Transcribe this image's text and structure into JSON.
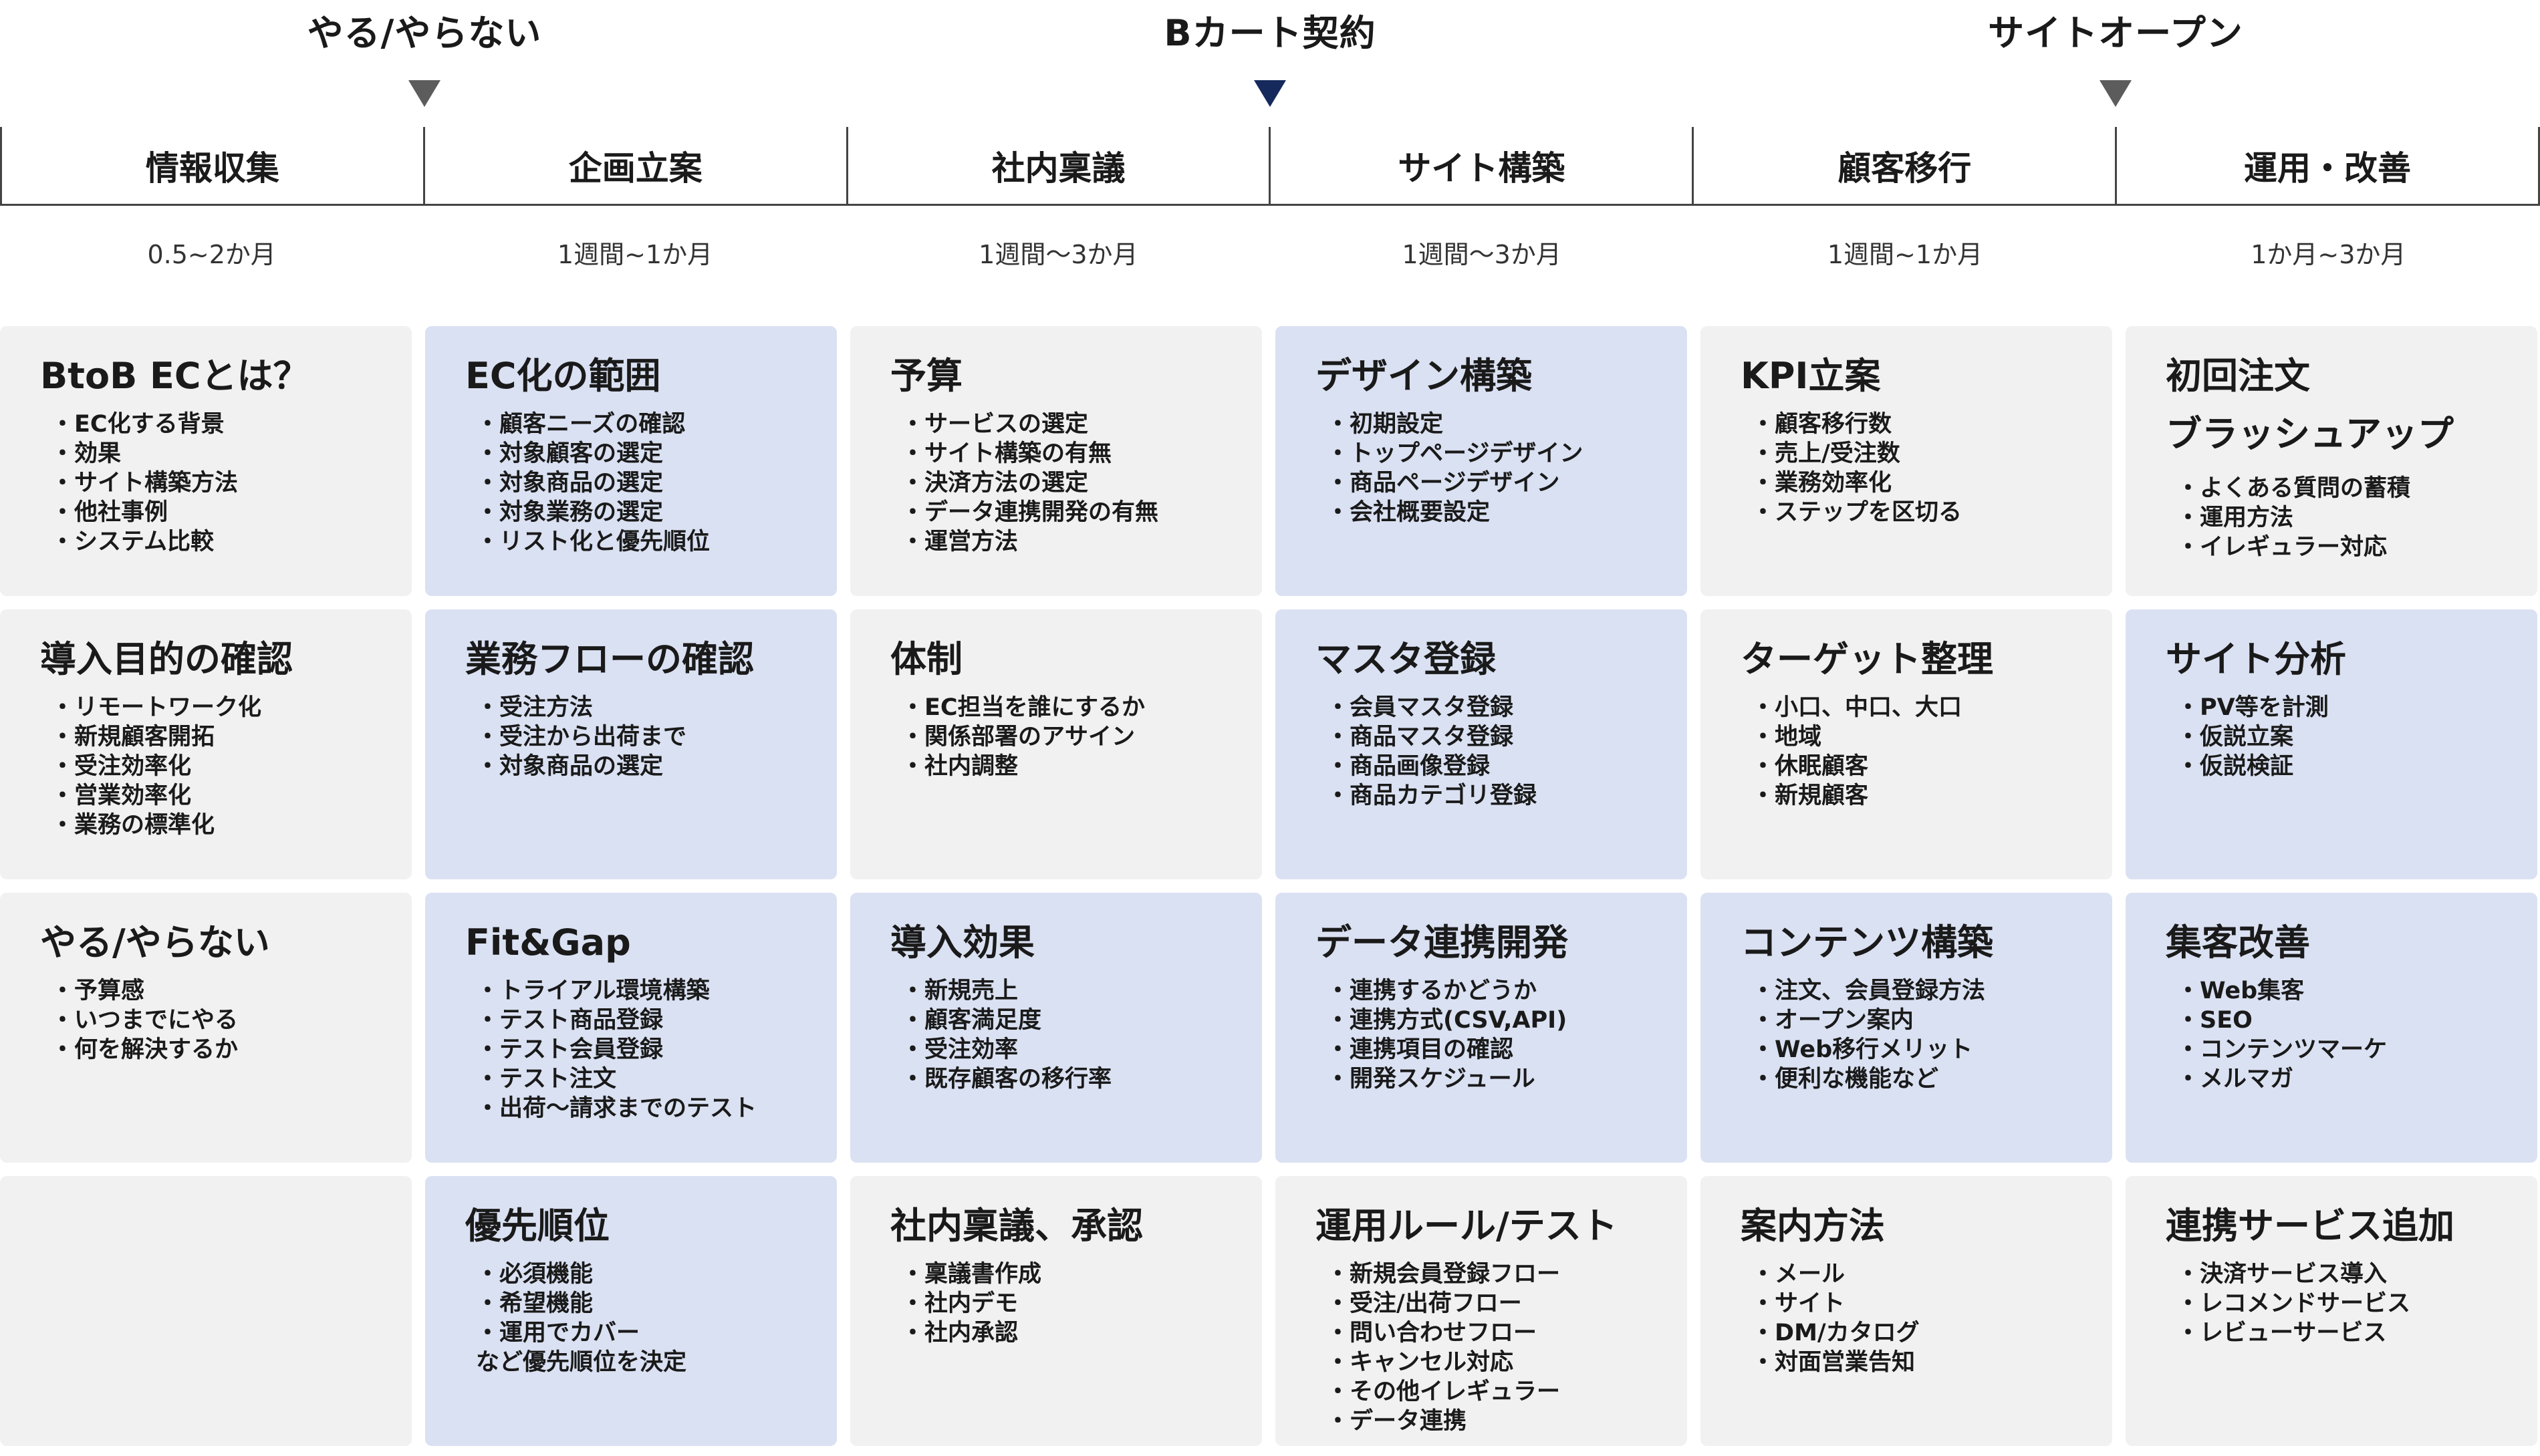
{
  "milestones": [
    {
      "label": "やる/やらない"
    },
    {
      "label": "Bカート契約"
    },
    {
      "label": "サイトオープン"
    }
  ],
  "marker_colors": {
    "default": "#5c5c5c",
    "contract": "#15295c"
  },
  "card_colors": {
    "grey": "#f1f1f1",
    "blue": "#dae1f2"
  },
  "phases": [
    {
      "name": "情報収集",
      "duration": "0.5~2か月"
    },
    {
      "name": "企画立案",
      "duration": "1週間~1か月"
    },
    {
      "name": "社内稟議",
      "duration": "1週間～3か月"
    },
    {
      "name": "サイト構築",
      "duration": "1週間～3か月"
    },
    {
      "name": "顧客移行",
      "duration": "1週間~1か月"
    },
    {
      "name": "運用・改善",
      "duration": "1か月~3か月"
    }
  ],
  "cards": [
    {
      "title": "BtoB ECとは？",
      "color": "grey",
      "items": [
        "EC化する背景",
        "効果",
        "サイト構築方法",
        "他社事例",
        "システム比較"
      ]
    },
    {
      "title": "EC化の範囲",
      "color": "blue",
      "items": [
        "顧客ニーズの確認",
        "対象顧客の選定",
        "対象商品の選定",
        "対象業務の選定",
        "リスト化と優先順位"
      ]
    },
    {
      "title": "予算",
      "color": "grey",
      "items": [
        "サービスの選定",
        "サイト構築の有無",
        "決済方法の選定",
        "データ連携開発の有無",
        "運営方法"
      ]
    },
    {
      "title": "デザイン構築",
      "color": "blue",
      "items": [
        "初期設定",
        "トップページデザイン",
        "商品ページデザイン",
        "会社概要設定"
      ]
    },
    {
      "title": "KPI立案",
      "color": "grey",
      "items": [
        "顧客移行数",
        "売上/受注数",
        "業務効率化",
        "ステップを区切る"
      ]
    },
    {
      "title": "初回注文",
      "subtitle": "ブラッシュアップ",
      "color": "grey",
      "items": [
        "よくある質問の蓄積",
        "運用方法",
        "イレギュラー対応"
      ]
    },
    {
      "title": "導入目的の確認",
      "color": "grey",
      "items": [
        "リモートワーク化",
        "新規顧客開拓",
        "受注効率化",
        "営業効率化",
        "業務の標準化"
      ]
    },
    {
      "title": "業務フローの確認",
      "color": "blue",
      "items": [
        "受注方法",
        "受注から出荷まで",
        "対象商品の選定"
      ]
    },
    {
      "title": "体制",
      "color": "grey",
      "items": [
        "EC担当を誰にするか",
        "関係部署のアサイン",
        "社内調整"
      ]
    },
    {
      "title": "マスタ登録",
      "color": "blue",
      "items": [
        "会員マスタ登録",
        "商品マスタ登録",
        "商品画像登録",
        "商品カテゴリ登録"
      ]
    },
    {
      "title": "ターゲット整理",
      "color": "grey",
      "items": [
        "小口、中口、大口",
        "地域",
        "休眠顧客",
        "新規顧客"
      ]
    },
    {
      "title": "サイト分析",
      "color": "blue",
      "items": [
        "PV等を計測",
        "仮説立案",
        "仮説検証"
      ]
    },
    {
      "title": "やる/やらない",
      "color": "grey",
      "items": [
        "予算感",
        "いつまでにやる",
        "何を解決するか"
      ]
    },
    {
      "title": "Fit&Gap",
      "color": "blue",
      "items": [
        "トライアル環境構築",
        "テスト商品登録",
        "テスト会員登録",
        "テスト注文",
        "出荷～請求までのテスト"
      ]
    },
    {
      "title": "導入効果",
      "color": "blue",
      "items": [
        "新規売上",
        "顧客満足度",
        "受注効率",
        "既存顧客の移行率"
      ]
    },
    {
      "title": "データ連携開発",
      "color": "blue",
      "items": [
        "連携するかどうか",
        "連携方式(CSV,API)",
        "連携項目の確認",
        "開発スケジュール"
      ]
    },
    {
      "title": "コンテンツ構築",
      "color": "blue",
      "items": [
        "注文、会員登録方法",
        "オープン案内",
        "Web移行メリット",
        "便利な機能など"
      ]
    },
    {
      "title": "集客改善",
      "color": "blue",
      "items": [
        "Web集客",
        "SEO",
        "コンテンツマーケ",
        "メルマガ"
      ]
    },
    {
      "title": "",
      "color": "grey",
      "items": []
    },
    {
      "title": "優先順位",
      "color": "blue",
      "items": [
        "必須機能",
        "希望機能",
        "運用でカバー"
      ],
      "note": "など優先順位を決定"
    },
    {
      "title": "社内稟議、承認",
      "color": "grey",
      "items": [
        "稟議書作成",
        "社内デモ",
        "社内承認"
      ]
    },
    {
      "title": "運用ルール/テスト",
      "color": "grey",
      "items": [
        "新規会員登録フロー",
        "受注/出荷フロー",
        "問い合わせフロー",
        "キャンセル対応",
        "その他イレギュラー",
        "データ連携"
      ]
    },
    {
      "title": "案内方法",
      "color": "grey",
      "items": [
        "メール",
        "サイト",
        "DM/カタログ",
        "対面営業告知"
      ]
    },
    {
      "title": "連携サービス追加",
      "color": "grey",
      "items": [
        "決済サービス導入",
        "レコメンドサービス",
        "レビューサービス"
      ]
    }
  ]
}
